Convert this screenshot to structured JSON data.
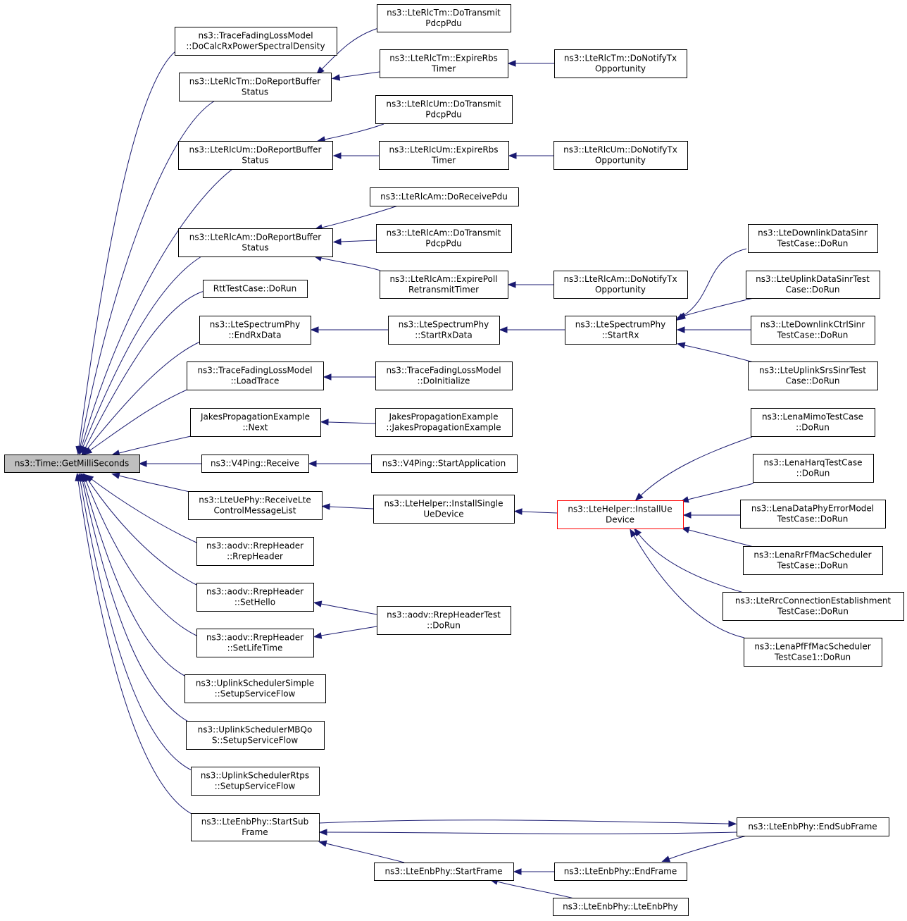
{
  "diagram": {
    "title": "",
    "nodes": [
      {
        "id": "root",
        "lines": [
          "ns3::Time::GetMilliSeconds"
        ],
        "style": "root"
      },
      {
        "id": "tfl_docalc",
        "lines": [
          "ns3::TraceFadingLossModel",
          "::DoCalcRxPowerSpectralDensity"
        ]
      },
      {
        "id": "tm_report",
        "lines": [
          "ns3::LteRlcTm::DoReportBuffer",
          "Status"
        ]
      },
      {
        "id": "tm_transmit",
        "lines": [
          "ns3::LteRlcTm::DoTransmit",
          "PdcpPdu"
        ]
      },
      {
        "id": "tm_expire",
        "lines": [
          "ns3::LteRlcTm::ExpireRbs",
          "Timer"
        ]
      },
      {
        "id": "tm_notify",
        "lines": [
          "ns3::LteRlcTm::DoNotifyTx",
          "Opportunity"
        ]
      },
      {
        "id": "um_report",
        "lines": [
          "ns3::LteRlcUm::DoReportBuffer",
          "Status"
        ]
      },
      {
        "id": "um_transmit",
        "lines": [
          "ns3::LteRlcUm::DoTransmit",
          "PdcpPdu"
        ]
      },
      {
        "id": "um_expire",
        "lines": [
          "ns3::LteRlcUm::ExpireRbs",
          "Timer"
        ]
      },
      {
        "id": "um_notify",
        "lines": [
          "ns3::LteRlcUm::DoNotifyTx",
          "Opportunity"
        ]
      },
      {
        "id": "am_report",
        "lines": [
          "ns3::LteRlcAm::DoReportBuffer",
          "Status"
        ]
      },
      {
        "id": "am_receive",
        "lines": [
          "ns3::LteRlcAm::DoReceivePdu"
        ]
      },
      {
        "id": "am_transmit",
        "lines": [
          "ns3::LteRlcAm::DoTransmit",
          "PdcpPdu"
        ]
      },
      {
        "id": "am_expire",
        "lines": [
          "ns3::LteRlcAm::ExpirePoll",
          "RetransmitTimer"
        ]
      },
      {
        "id": "am_notify",
        "lines": [
          "ns3::LteRlcAm::DoNotifyTx",
          "Opportunity"
        ]
      },
      {
        "id": "rtt",
        "lines": [
          "RttTestCase::DoRun"
        ]
      },
      {
        "id": "sp_endrx",
        "lines": [
          "ns3::LteSpectrumPhy",
          "::EndRxData"
        ]
      },
      {
        "id": "sp_startrxdata",
        "lines": [
          "ns3::LteSpectrumPhy",
          "::StartRxData"
        ]
      },
      {
        "id": "sp_startrx",
        "lines": [
          "ns3::LteSpectrumPhy",
          "::StartRx"
        ]
      },
      {
        "id": "dl_data_sinr",
        "lines": [
          "ns3::LteDownlinkDataSinr",
          "TestCase::DoRun"
        ]
      },
      {
        "id": "ul_data_sinr",
        "lines": [
          "ns3::LteUplinkDataSinrTest",
          "Case::DoRun"
        ]
      },
      {
        "id": "dl_ctrl_sinr",
        "lines": [
          "ns3::LteDownlinkCtrlSinr",
          "TestCase::DoRun"
        ]
      },
      {
        "id": "ul_srs_sinr",
        "lines": [
          "ns3::LteUplinkSrsSinrTest",
          "Case::DoRun"
        ]
      },
      {
        "id": "tfl_load",
        "lines": [
          "ns3::TraceFadingLossModel",
          "::LoadTrace"
        ]
      },
      {
        "id": "tfl_init",
        "lines": [
          "ns3::TraceFadingLossModel",
          "::DoInitialize"
        ]
      },
      {
        "id": "jakes_next",
        "lines": [
          "JakesPropagationExample",
          "::Next"
        ]
      },
      {
        "id": "jakes_ctor",
        "lines": [
          "JakesPropagationExample",
          "::JakesPropagationExample"
        ]
      },
      {
        "id": "v4_receive",
        "lines": [
          "ns3::V4Ping::Receive"
        ]
      },
      {
        "id": "v4_start",
        "lines": [
          "ns3::V4Ping::StartApplication"
        ]
      },
      {
        "id": "uephy_recv",
        "lines": [
          "ns3::LteUePhy::ReceiveLte",
          "ControlMessageList"
        ]
      },
      {
        "id": "helper_single",
        "lines": [
          "ns3::LteHelper::InstallSingle",
          "UeDevice"
        ]
      },
      {
        "id": "helper_ue",
        "lines": [
          "ns3::LteHelper::InstallUe",
          "Device"
        ],
        "style": "red"
      },
      {
        "id": "mimo",
        "lines": [
          "ns3::LenaMimoTestCase",
          "::DoRun"
        ]
      },
      {
        "id": "harq",
        "lines": [
          "ns3::LenaHarqTestCase",
          "::DoRun"
        ]
      },
      {
        "id": "dataphy",
        "lines": [
          "ns3::LenaDataPhyErrorModel",
          "TestCase::DoRun"
        ]
      },
      {
        "id": "rrff",
        "lines": [
          "ns3::LenaRrFfMacScheduler",
          "TestCase::DoRun"
        ]
      },
      {
        "id": "rrc",
        "lines": [
          "ns3::LteRrcConnectionEstablishment",
          "TestCase::DoRun"
        ]
      },
      {
        "id": "pfff",
        "lines": [
          "ns3::LenaPfFfMacScheduler",
          "TestCase1::DoRun"
        ]
      },
      {
        "id": "rrep_ctor",
        "lines": [
          "ns3::aodv::RrepHeader",
          "::RrepHeader"
        ]
      },
      {
        "id": "rrep_hello",
        "lines": [
          "ns3::aodv::RrepHeader",
          "::SetHello"
        ]
      },
      {
        "id": "rrep_life",
        "lines": [
          "ns3::aodv::RrepHeader",
          "::SetLifeTime"
        ]
      },
      {
        "id": "rrep_test",
        "lines": [
          "ns3::aodv::RrepHeaderTest",
          "::DoRun"
        ]
      },
      {
        "id": "us_simple",
        "lines": [
          "ns3::UplinkSchedulerSimple",
          "::SetupServiceFlow"
        ]
      },
      {
        "id": "us_mbqos",
        "lines": [
          "ns3::UplinkSchedulerMBQo",
          "S::SetupServiceFlow"
        ]
      },
      {
        "id": "us_rtps",
        "lines": [
          "ns3::UplinkSchedulerRtps",
          "::SetupServiceFlow"
        ]
      },
      {
        "id": "enb_startsub",
        "lines": [
          "ns3::LteEnbPhy::StartSub",
          "Frame"
        ]
      },
      {
        "id": "enb_endsub",
        "lines": [
          "ns3::LteEnbPhy::EndSubFrame"
        ]
      },
      {
        "id": "enb_startframe",
        "lines": [
          "ns3::LteEnbPhy::StartFrame"
        ]
      },
      {
        "id": "enb_endframe",
        "lines": [
          "ns3::LteEnbPhy::EndFrame"
        ]
      },
      {
        "id": "enb_ctor",
        "lines": [
          "ns3::LteEnbPhy::LteEnbPhy"
        ]
      }
    ],
    "edges": [
      {
        "from": "tfl_docalc",
        "to": "root"
      },
      {
        "from": "tm_report",
        "to": "root"
      },
      {
        "from": "um_report",
        "to": "root"
      },
      {
        "from": "am_report",
        "to": "root"
      },
      {
        "from": "rtt",
        "to": "root"
      },
      {
        "from": "sp_endrx",
        "to": "root"
      },
      {
        "from": "tfl_load",
        "to": "root"
      },
      {
        "from": "jakes_next",
        "to": "root"
      },
      {
        "from": "v4_receive",
        "to": "root"
      },
      {
        "from": "uephy_recv",
        "to": "root"
      },
      {
        "from": "rrep_ctor",
        "to": "root"
      },
      {
        "from": "rrep_hello",
        "to": "root"
      },
      {
        "from": "rrep_life",
        "to": "root"
      },
      {
        "from": "us_simple",
        "to": "root"
      },
      {
        "from": "us_mbqos",
        "to": "root"
      },
      {
        "from": "us_rtps",
        "to": "root"
      },
      {
        "from": "enb_startsub",
        "to": "root"
      },
      {
        "from": "tm_transmit",
        "to": "tm_report"
      },
      {
        "from": "tm_expire",
        "to": "tm_report"
      },
      {
        "from": "tm_notify",
        "to": "tm_expire"
      },
      {
        "from": "um_transmit",
        "to": "um_report"
      },
      {
        "from": "um_expire",
        "to": "um_report"
      },
      {
        "from": "um_notify",
        "to": "um_expire"
      },
      {
        "from": "am_receive",
        "to": "am_report"
      },
      {
        "from": "am_transmit",
        "to": "am_report"
      },
      {
        "from": "am_expire",
        "to": "am_report"
      },
      {
        "from": "am_notify",
        "to": "am_expire"
      },
      {
        "from": "sp_startrxdata",
        "to": "sp_endrx"
      },
      {
        "from": "sp_startrx",
        "to": "sp_startrxdata"
      },
      {
        "from": "dl_data_sinr",
        "to": "sp_startrx"
      },
      {
        "from": "ul_data_sinr",
        "to": "sp_startrx"
      },
      {
        "from": "dl_ctrl_sinr",
        "to": "sp_startrx"
      },
      {
        "from": "ul_srs_sinr",
        "to": "sp_startrx"
      },
      {
        "from": "tfl_init",
        "to": "tfl_load"
      },
      {
        "from": "jakes_ctor",
        "to": "jakes_next"
      },
      {
        "from": "v4_start",
        "to": "v4_receive"
      },
      {
        "from": "helper_single",
        "to": "uephy_recv"
      },
      {
        "from": "helper_ue",
        "to": "helper_single"
      },
      {
        "from": "mimo",
        "to": "helper_ue"
      },
      {
        "from": "harq",
        "to": "helper_ue"
      },
      {
        "from": "dataphy",
        "to": "helper_ue"
      },
      {
        "from": "rrff",
        "to": "helper_ue"
      },
      {
        "from": "rrc",
        "to": "helper_ue"
      },
      {
        "from": "pfff",
        "to": "helper_ue"
      },
      {
        "from": "rrep_test",
        "to": "rrep_hello"
      },
      {
        "from": "rrep_test",
        "to": "rrep_life"
      },
      {
        "from": "enb_endsub",
        "to": "enb_startsub"
      },
      {
        "from": "enb_startsub",
        "to": "enb_endsub"
      },
      {
        "from": "enb_startframe",
        "to": "enb_startsub"
      },
      {
        "from": "enb_endframe",
        "to": "enb_startframe"
      },
      {
        "from": "enb_ctor",
        "to": "enb_startframe"
      },
      {
        "from": "enb_endsub",
        "to": "enb_endframe"
      }
    ]
  }
}
